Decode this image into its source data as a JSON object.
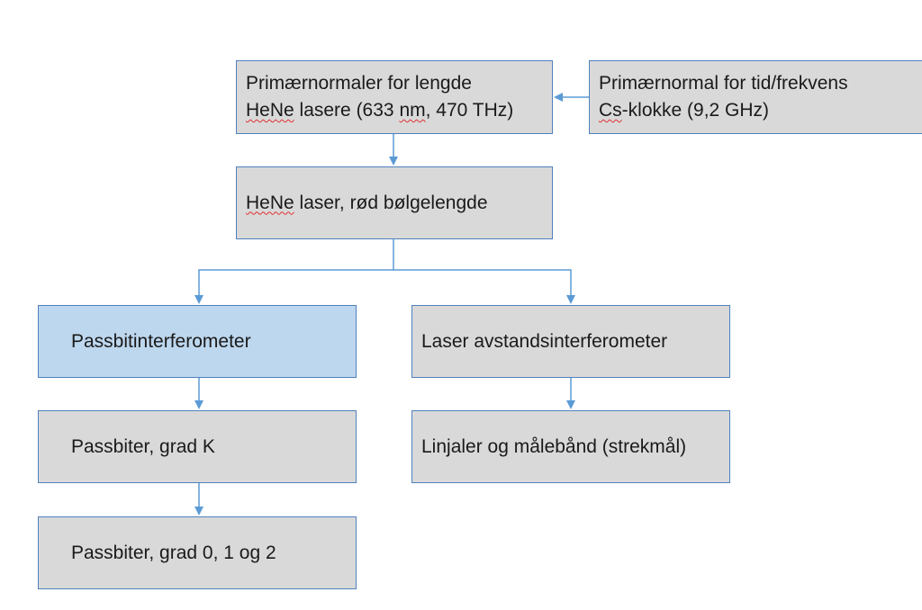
{
  "colors": {
    "box_fill": "#d9d9d9",
    "box_fill_highlight": "#bdd7ee",
    "border": "#4f81bd",
    "connector": "#5b9bd5",
    "spellcheck_underline": "#e03030"
  },
  "nodes": {
    "length_standard": {
      "line1": "Primærnormaler for lengde",
      "line2_word": "HeNe",
      "line2_mid": " lasere (633 ",
      "line2_unit": "nm",
      "line2_end": ", 470 THz)"
    },
    "time_standard": {
      "line1": "Primærnormal for tid/frekvens",
      "line2_word": "Cs",
      "line2_end": "-klokke (9,2 GHz)"
    },
    "hene_laser": {
      "word": "HeNe",
      "rest": " laser, rød bølgelengde"
    },
    "gauge_block_interferometer": {
      "label": "Passbitinterferometer"
    },
    "laser_distance_interferometer": {
      "label": "Laser avstandsinterferometer"
    },
    "gauge_blocks_grade_k": {
      "label": "Passbiter, grad K"
    },
    "rulers_and_tapes": {
      "label": "Linjaler og målebånd (strekmål)"
    },
    "gauge_blocks_grade_012": {
      "label": "Passbiter, grad 0, 1 og 2"
    }
  }
}
